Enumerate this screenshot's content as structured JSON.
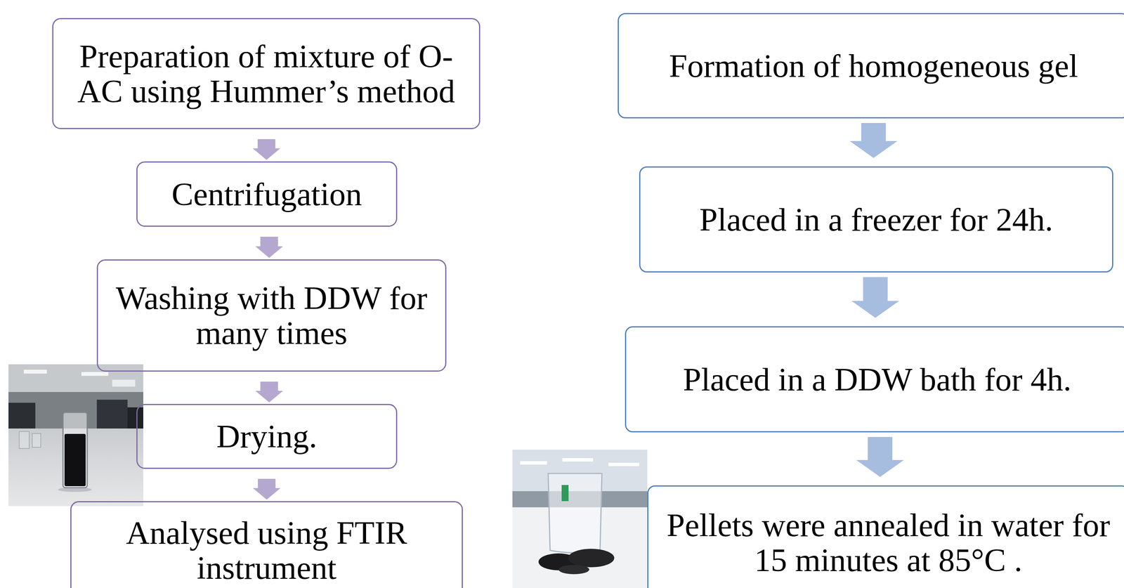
{
  "diagram": {
    "nodes": [
      {
        "text": [
          "Preparation of mixture of O- AC using Hummer’s method"
        ]
      },
      {
        "text": [
          "Centrifugation"
        ]
      },
      {
        "text": [
          "Washing with DDW for many times"
        ]
      },
      {
        "text": [
          "Drying."
        ]
      },
      {
        "text": [
          "Analysed using FTIR instrument"
        ]
      },
      {
        "text": [
          "Formation of homogeneous gel"
        ]
      },
      {
        "text": [
          "Placed in a freezer for 24h."
        ]
      },
      {
        "text": [
          "Placed in a DDW bath for 4h."
        ]
      },
      {
        "text": [
          "Pellets were annealed in water for 15 minutes at 85°C ."
        ]
      }
    ],
    "edges": [
      {
        "from": 0,
        "to": 1,
        "arrow": "to"
      },
      {
        "from": 1,
        "to": 2,
        "arrow": "to"
      },
      {
        "from": 2,
        "to": 3,
        "arrow": "to"
      },
      {
        "from": 3,
        "to": 4,
        "arrow": "to"
      },
      {
        "from": 5,
        "to": 6,
        "arrow": "to"
      },
      {
        "from": 6,
        "to": 7,
        "arrow": "to"
      },
      {
        "from": 7,
        "to": 8,
        "arrow": "to"
      }
    ]
  }
}
